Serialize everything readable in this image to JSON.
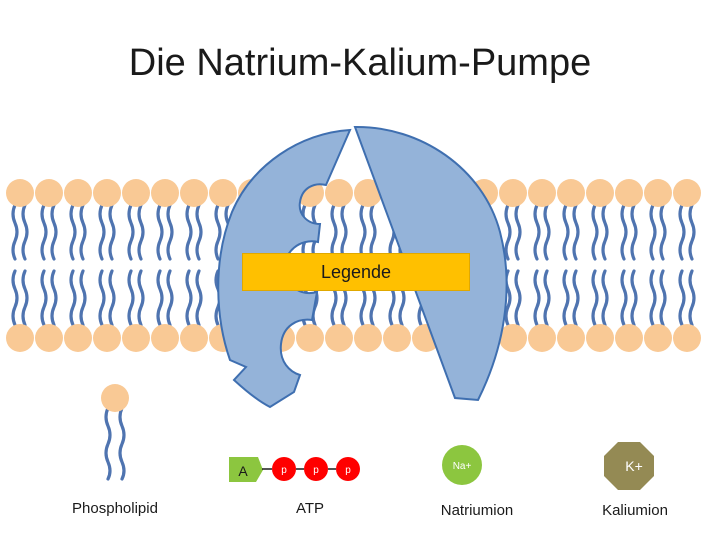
{
  "title": "Die Natrium-Kalium-Pumpe",
  "legend": {
    "label": "Legende"
  },
  "items": {
    "phospholipid": "Phospholipid",
    "atp": "ATP",
    "atp_adenosine": "A",
    "atp_phosphate": "p",
    "natrium": "Natriumion",
    "natrium_symbol": "Na+",
    "kalium": "Kaliumion",
    "kalium_symbol": "K+"
  },
  "colors": {
    "lipid_head": "#f9c995",
    "lipid_tail": "#4f74b0",
    "pump": "#94b3d9",
    "pump_outline": "#3f6fb0",
    "legend_bg": "#ffc000",
    "natrium": "#8cc63f",
    "kalium": "#948a54",
    "phosphate": "#ff0000"
  }
}
